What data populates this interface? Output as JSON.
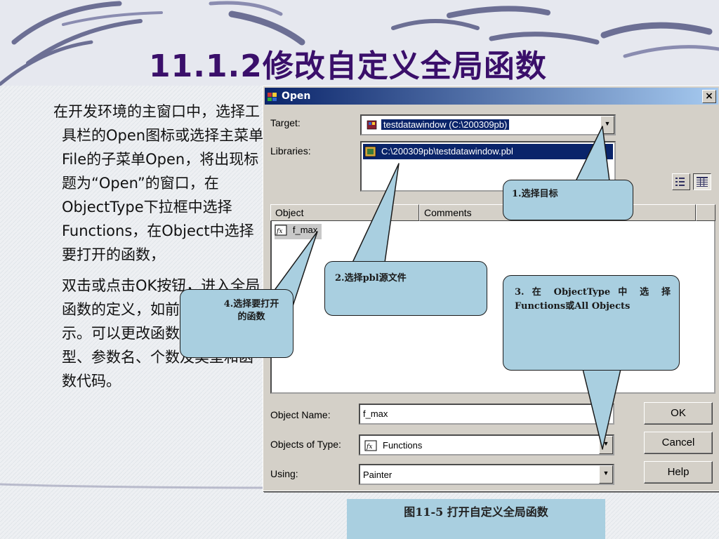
{
  "slide": {
    "title": "11.1.2修改自定义全局函数",
    "paragraphs": [
      "在开发环境的主窗口中，选择工具栏的Open图标或选择主菜单File的子菜单Open，将出现标题为“Open”的窗口，在ObjectType下拉框中选择Functions，在Object中选择要打开的函数，",
      "双击或点击OK按钮，进入全局函数的定义，如前图11-4所示。可以更改函数返回值的类型、参数名、个数及类型和函数代码。"
    ],
    "caption": "图11-5 打开自定义全局函数"
  },
  "dialog": {
    "title": "Open",
    "close_symbol": "×",
    "target_label": "Target:",
    "target_value": "testdatawindow (C:\\200309pb)",
    "libraries_label": "Libraries:",
    "libraries": [
      "C:\\200309pb\\testdatawindow.pbl"
    ],
    "columns": [
      "Object",
      "Comments"
    ],
    "objects": [
      "f_max"
    ],
    "object_name_label": "Object Name:",
    "object_name_value": "f_max",
    "objects_of_type_label": "Objects of Type:",
    "objects_of_type_value": "Functions",
    "using_label": "Using:",
    "using_value": "Painter",
    "buttons": {
      "ok": "OK",
      "cancel": "Cancel",
      "help": "Help"
    },
    "icons": {
      "target": "database-icon",
      "library": "library-icon",
      "function": "function-icon",
      "list_view": "list-view-icon",
      "detail_view": "detail-view-icon"
    }
  },
  "callouts": {
    "c1": "1.选择目标",
    "c2": "2.选择pbl源文件",
    "c3": "3. 在 ObjectType 中 选 择 Functions或All Objects",
    "c4": "4.选择要打开的函数"
  },
  "colors": {
    "title": "#3a0f6a",
    "callout": "#a9cfe0",
    "selection": "#0a246a"
  }
}
